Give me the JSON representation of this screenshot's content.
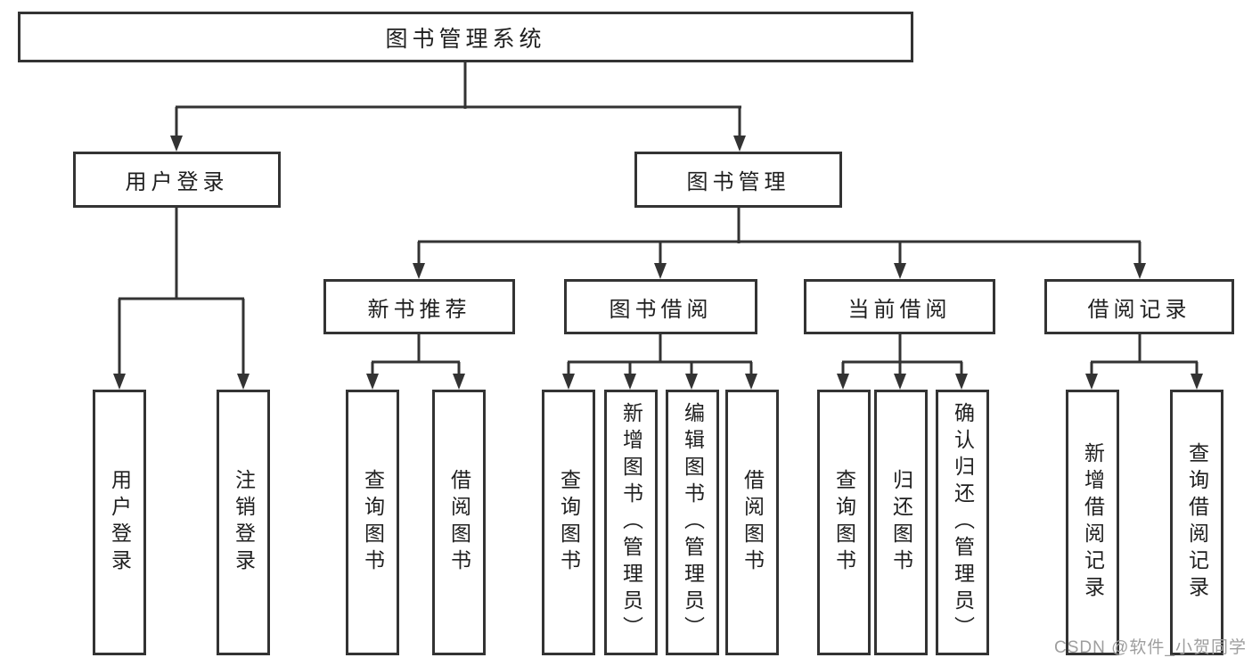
{
  "tree": {
    "root": {
      "label": "图书管理系统"
    },
    "branches": [
      {
        "label": "用户登录",
        "children": [
          {
            "label": "用户登录"
          },
          {
            "label": "注销登录"
          }
        ]
      },
      {
        "label": "图书管理",
        "sections": [
          {
            "label": "新书推荐",
            "children": [
              {
                "label": "查询图书"
              },
              {
                "label": "借阅图书"
              }
            ]
          },
          {
            "label": "图书借阅",
            "children": [
              {
                "label": "查询图书"
              },
              {
                "label": "新增图书（管理员）"
              },
              {
                "label": "编辑图书（管理员）"
              },
              {
                "label": "借阅图书"
              }
            ]
          },
          {
            "label": "当前借阅",
            "children": [
              {
                "label": "查询图书"
              },
              {
                "label": "归还图书"
              },
              {
                "label": "确认归还（管理员）"
              }
            ]
          },
          {
            "label": "借阅记录",
            "children": [
              {
                "label": "新增借阅记录"
              },
              {
                "label": "查询借阅记录"
              }
            ]
          }
        ]
      }
    ]
  },
  "watermark": {
    "text": "CSDN @软件_小贺同学"
  },
  "colors": {
    "line": "#333333",
    "text": "#1f1f1f",
    "watermark": "#9e9e9e",
    "background": "#ffffff"
  }
}
